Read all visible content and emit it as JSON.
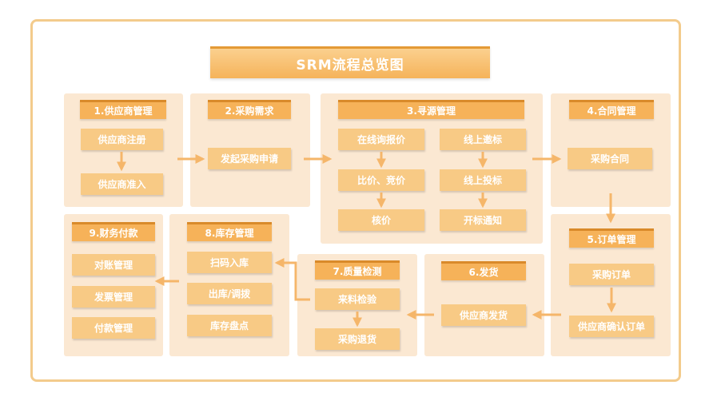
{
  "title": "SRM流程总览图",
  "sections": {
    "s1": {
      "header": "1.供应商管理",
      "items": [
        "供应商注册",
        "供应商准入"
      ]
    },
    "s2": {
      "header": "2.采购需求",
      "items": [
        "发起采购申请"
      ]
    },
    "s3": {
      "header": "3.寻源管理",
      "items": [
        "在线询报价",
        "比价、竞价",
        "核价",
        "线上邀标",
        "线上投标",
        "开标通知"
      ]
    },
    "s4": {
      "header": "4.合同管理",
      "items": [
        "采购合同"
      ]
    },
    "s5": {
      "header": "5.订单管理",
      "items": [
        "采购订单",
        "供应商确认订单"
      ]
    },
    "s6": {
      "header": "6.发货",
      "items": [
        "供应商发货"
      ]
    },
    "s7": {
      "header": "7.质量检测",
      "items": [
        "来料检验",
        "采购退货"
      ]
    },
    "s8": {
      "header": "8.库存管理",
      "items": [
        "扫码入库",
        "出库/调拨",
        "库存盘点"
      ]
    },
    "s9": {
      "header": "9.财务付款",
      "items": [
        "对账管理",
        "发票管理",
        "付款管理"
      ]
    }
  },
  "colors": {
    "frame": "#f3cb8c",
    "panel": "#fbe8d2",
    "header": "#f6b259",
    "box": "#f8ca85",
    "arrow": "#f5b66a"
  }
}
